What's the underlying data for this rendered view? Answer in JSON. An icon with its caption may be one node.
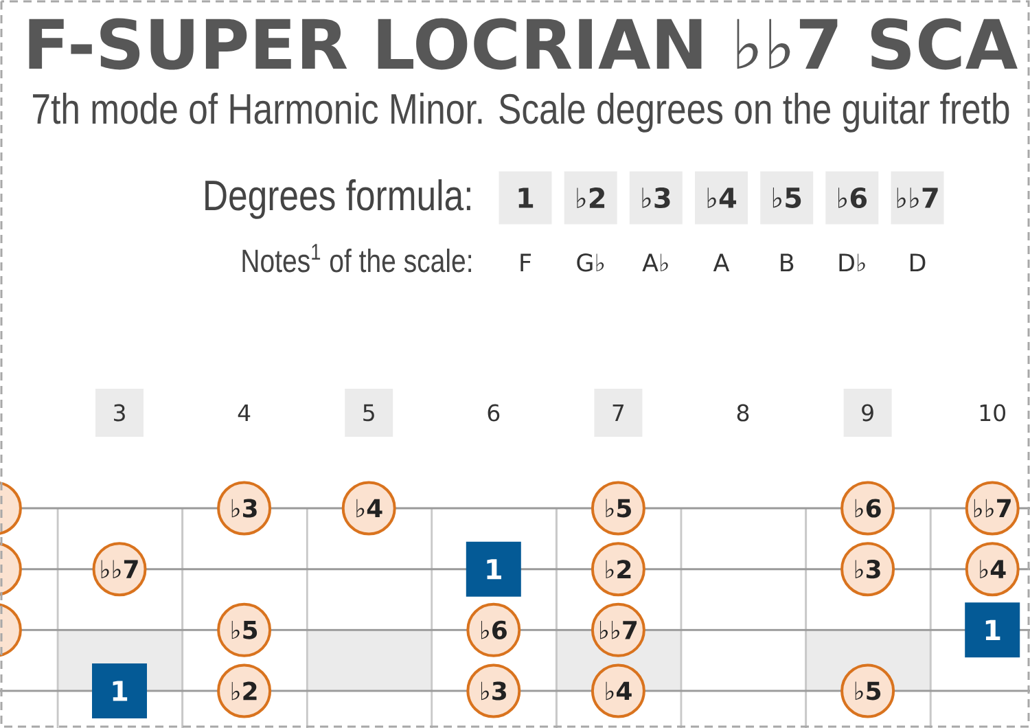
{
  "diagram": {
    "title": "F-SUPER LOCRIAN ♭♭7 SCA",
    "nodes": [
      {
        "text": [
          "1"
        ]
      },
      {
        "text": [
          "♭2"
        ]
      },
      {
        "text": [
          "♭3"
        ]
      },
      {
        "text": [
          "♭4"
        ]
      },
      {
        "text": [
          "♭5"
        ]
      },
      {
        "text": [
          "♭6"
        ]
      },
      {
        "text": [
          "♭♭7"
        ]
      },
      {
        "text": [
          "3"
        ]
      },
      {
        "text": [
          "5"
        ]
      },
      {
        "text": [
          "7"
        ]
      },
      {
        "text": [
          "9"
        ]
      },
      {
        "text": [],
        "shape": "circle"
      },
      {
        "text": [
          "♭3"
        ]
      },
      {
        "text": [
          "♭4"
        ]
      },
      {
        "text": [
          "♭5"
        ]
      },
      {
        "text": [
          "♭6"
        ]
      },
      {
        "text": [
          "♭♭7"
        ]
      },
      {
        "text": [],
        "shape": "circle"
      },
      {
        "text": [
          "♭♭7"
        ]
      },
      {
        "text": [
          "1"
        ]
      },
      {
        "text": [
          "♭2"
        ]
      },
      {
        "text": [
          "♭3"
        ]
      },
      {
        "text": [
          "♭4"
        ]
      },
      {
        "text": [],
        "shape": "circle"
      },
      {
        "text": [
          "♭5"
        ]
      },
      {
        "text": [
          "♭6"
        ]
      },
      {
        "text": [
          "♭♭7"
        ]
      },
      {
        "text": [
          "1"
        ]
      },
      {
        "text": [
          "1"
        ]
      },
      {
        "text": [
          "♭2"
        ]
      },
      {
        "text": [
          "♭3"
        ]
      },
      {
        "text": [
          "♭4"
        ]
      },
      {
        "text": [
          "♭5"
        ]
      }
    ],
    "labels": [
      "7th mode of Harmonic Minor. Scale degrees on the guitar fretb",
      "Degrees formula:",
      "Notes$^{1}$ of the scale:",
      "F",
      "G♭",
      "A♭",
      "A",
      "B",
      "D♭",
      "D",
      "4",
      "6",
      "8",
      "10"
    ]
  }
}
